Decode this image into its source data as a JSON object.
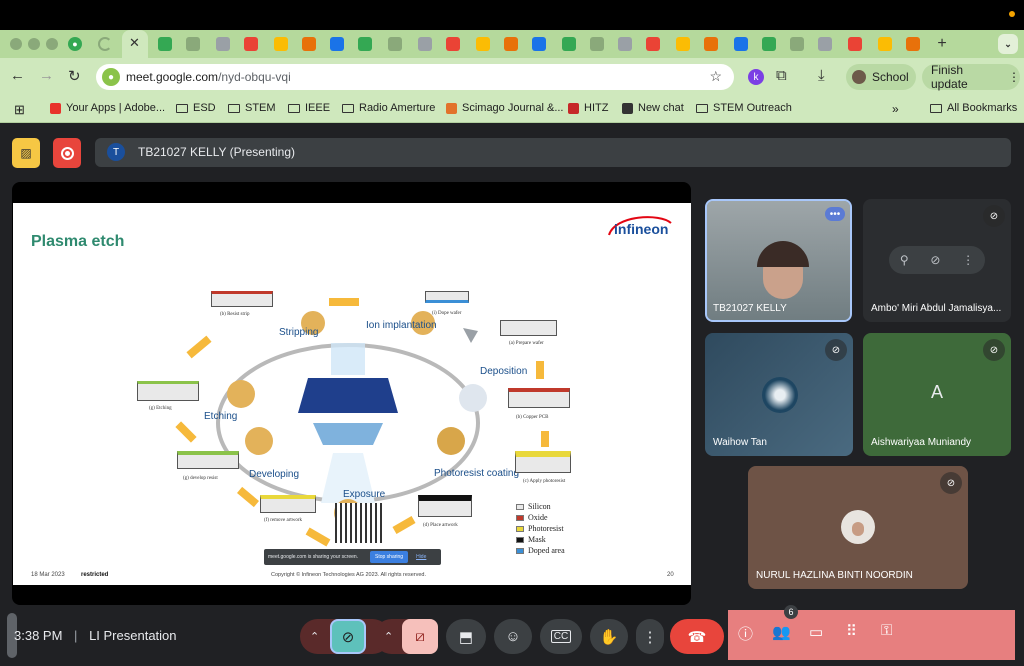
{
  "browser": {
    "tabs": [
      {
        "icon": "meet-icon",
        "color": "#34a853"
      },
      {
        "icon": "loading-icon",
        "color": "#8aa97a"
      },
      {
        "icon": "globe-icon",
        "color": "#9aa0a6"
      },
      {
        "icon": "gmail-icon",
        "color": "#ea4335"
      },
      {
        "icon": "slides-icon",
        "color": "#fbbc04"
      },
      {
        "icon": "sc-icon",
        "color": "#e8710a"
      },
      {
        "icon": "calendar-icon",
        "color": "#1a73e8"
      }
    ],
    "url_host": "meet.google.com",
    "url_path": "/nyd-obqu-vqi",
    "profile_label": "School",
    "update_label": "Finish update",
    "extension_letter": "k",
    "bookmarks": [
      {
        "label": "Your Apps | Adobe...",
        "icon": "adobe-icon"
      },
      {
        "label": "ESD",
        "icon": "folder-icon"
      },
      {
        "label": "STEM",
        "icon": "folder-icon"
      },
      {
        "label": "IEEE",
        "icon": "folder-icon"
      },
      {
        "label": "Radio Amerture",
        "icon": "folder-icon"
      },
      {
        "label": "Scimago Journal &...",
        "icon": "sjr-icon"
      },
      {
        "label": "HITZ",
        "icon": "hitz-icon"
      },
      {
        "label": "New chat",
        "icon": "openai-icon"
      },
      {
        "label": "STEM Outreach",
        "icon": "folder-icon"
      }
    ],
    "all_bookmarks_label": "All Bookmarks"
  },
  "meet": {
    "presenter_initial": "T",
    "presenter_label": "TB21027 KELLY (Presenting)",
    "time": "3:38 PM",
    "meeting_title": "LI Presentation",
    "participant_count": "6",
    "participants": [
      {
        "name": "TB21027 KELLY",
        "avatar": ""
      },
      {
        "name": "Ambo' Miri Abdul Jamalisya...",
        "avatar": ""
      },
      {
        "name": "Waihow Tan",
        "avatar": ""
      },
      {
        "name": "Aishwariyaa Muniandy",
        "avatar": "A"
      },
      {
        "name": "NURUL HAZLINA BINTI NOORDIN",
        "avatar": ""
      }
    ],
    "colors": {
      "end_call": "#e8453c",
      "mic_active": "#5ec1bb",
      "cam_off": "#f6c0bb",
      "right_panel": "#e77f7f"
    }
  },
  "slide": {
    "title": "Plasma etch",
    "logo": "infineon",
    "stages": [
      "Stripping",
      "Ion implantation",
      "Deposition",
      "Photoresist coating",
      "Exposure",
      "Developing",
      "Etching"
    ],
    "steps": [
      "(b) Resist strip",
      "(i) Dope wafer",
      "(a) Prepare wafer",
      "(b) Copper PCB",
      "(c) Apply photoresist",
      "(d) Place artwork",
      "(f) remove artwork",
      "(g) develop resist",
      "(g) Etching"
    ],
    "legend": [
      "Silicon",
      "Oxide",
      "Photoresist",
      "Mask",
      "Doped area"
    ],
    "date": "18 Mar 2023",
    "classification": "restricted",
    "copyright": "Copyright © Infineon Technologies AG 2023. All rights reserved.",
    "page": "20",
    "share_notice": "meet.google.com is sharing your screen.",
    "stop_sharing": "Stop sharing",
    "hide": "Hide"
  }
}
